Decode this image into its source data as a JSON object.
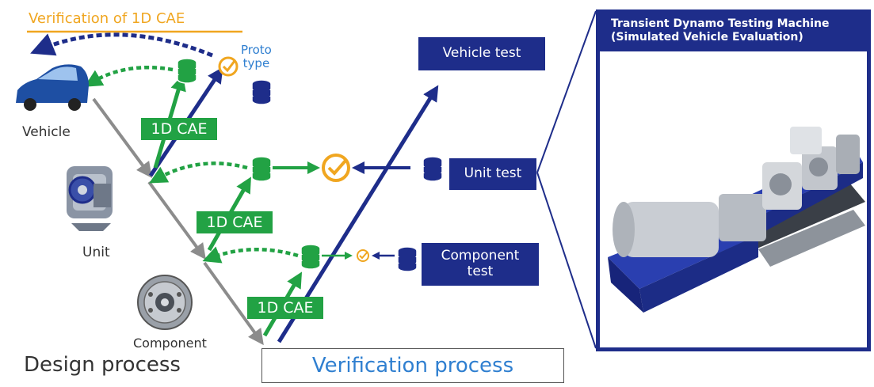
{
  "verification_1d_cae": "Verification of 1D CAE",
  "prototype": {
    "line1": "Proto",
    "line2": "type"
  },
  "vehicle_label": "Vehicle",
  "unit_label": "Unit",
  "component_label": "Component",
  "cae_labels": [
    "1D CAE",
    "1D CAE",
    "1D CAE"
  ],
  "tests": {
    "vehicle": "Vehicle test",
    "unit": "Unit test",
    "component_line1": "Component",
    "component_line2": "test"
  },
  "design_process": "Design process",
  "verification_process": "Verification process",
  "panel": {
    "title_line1": "Transient Dynamo Testing Machine",
    "title_line2": "(Simulated Vehicle Evaluation)"
  },
  "colors": {
    "navy": "#1e2d8a",
    "green": "#22a244",
    "gray": "#8c8c8c",
    "orange": "#f0a620",
    "verification_text": "#2f7fd0"
  },
  "icons": [
    "car-icon",
    "unit-gearbox-icon",
    "clutch-component-icon",
    "database-icon",
    "check-circle-icon",
    "dynamo-machine-image"
  ]
}
